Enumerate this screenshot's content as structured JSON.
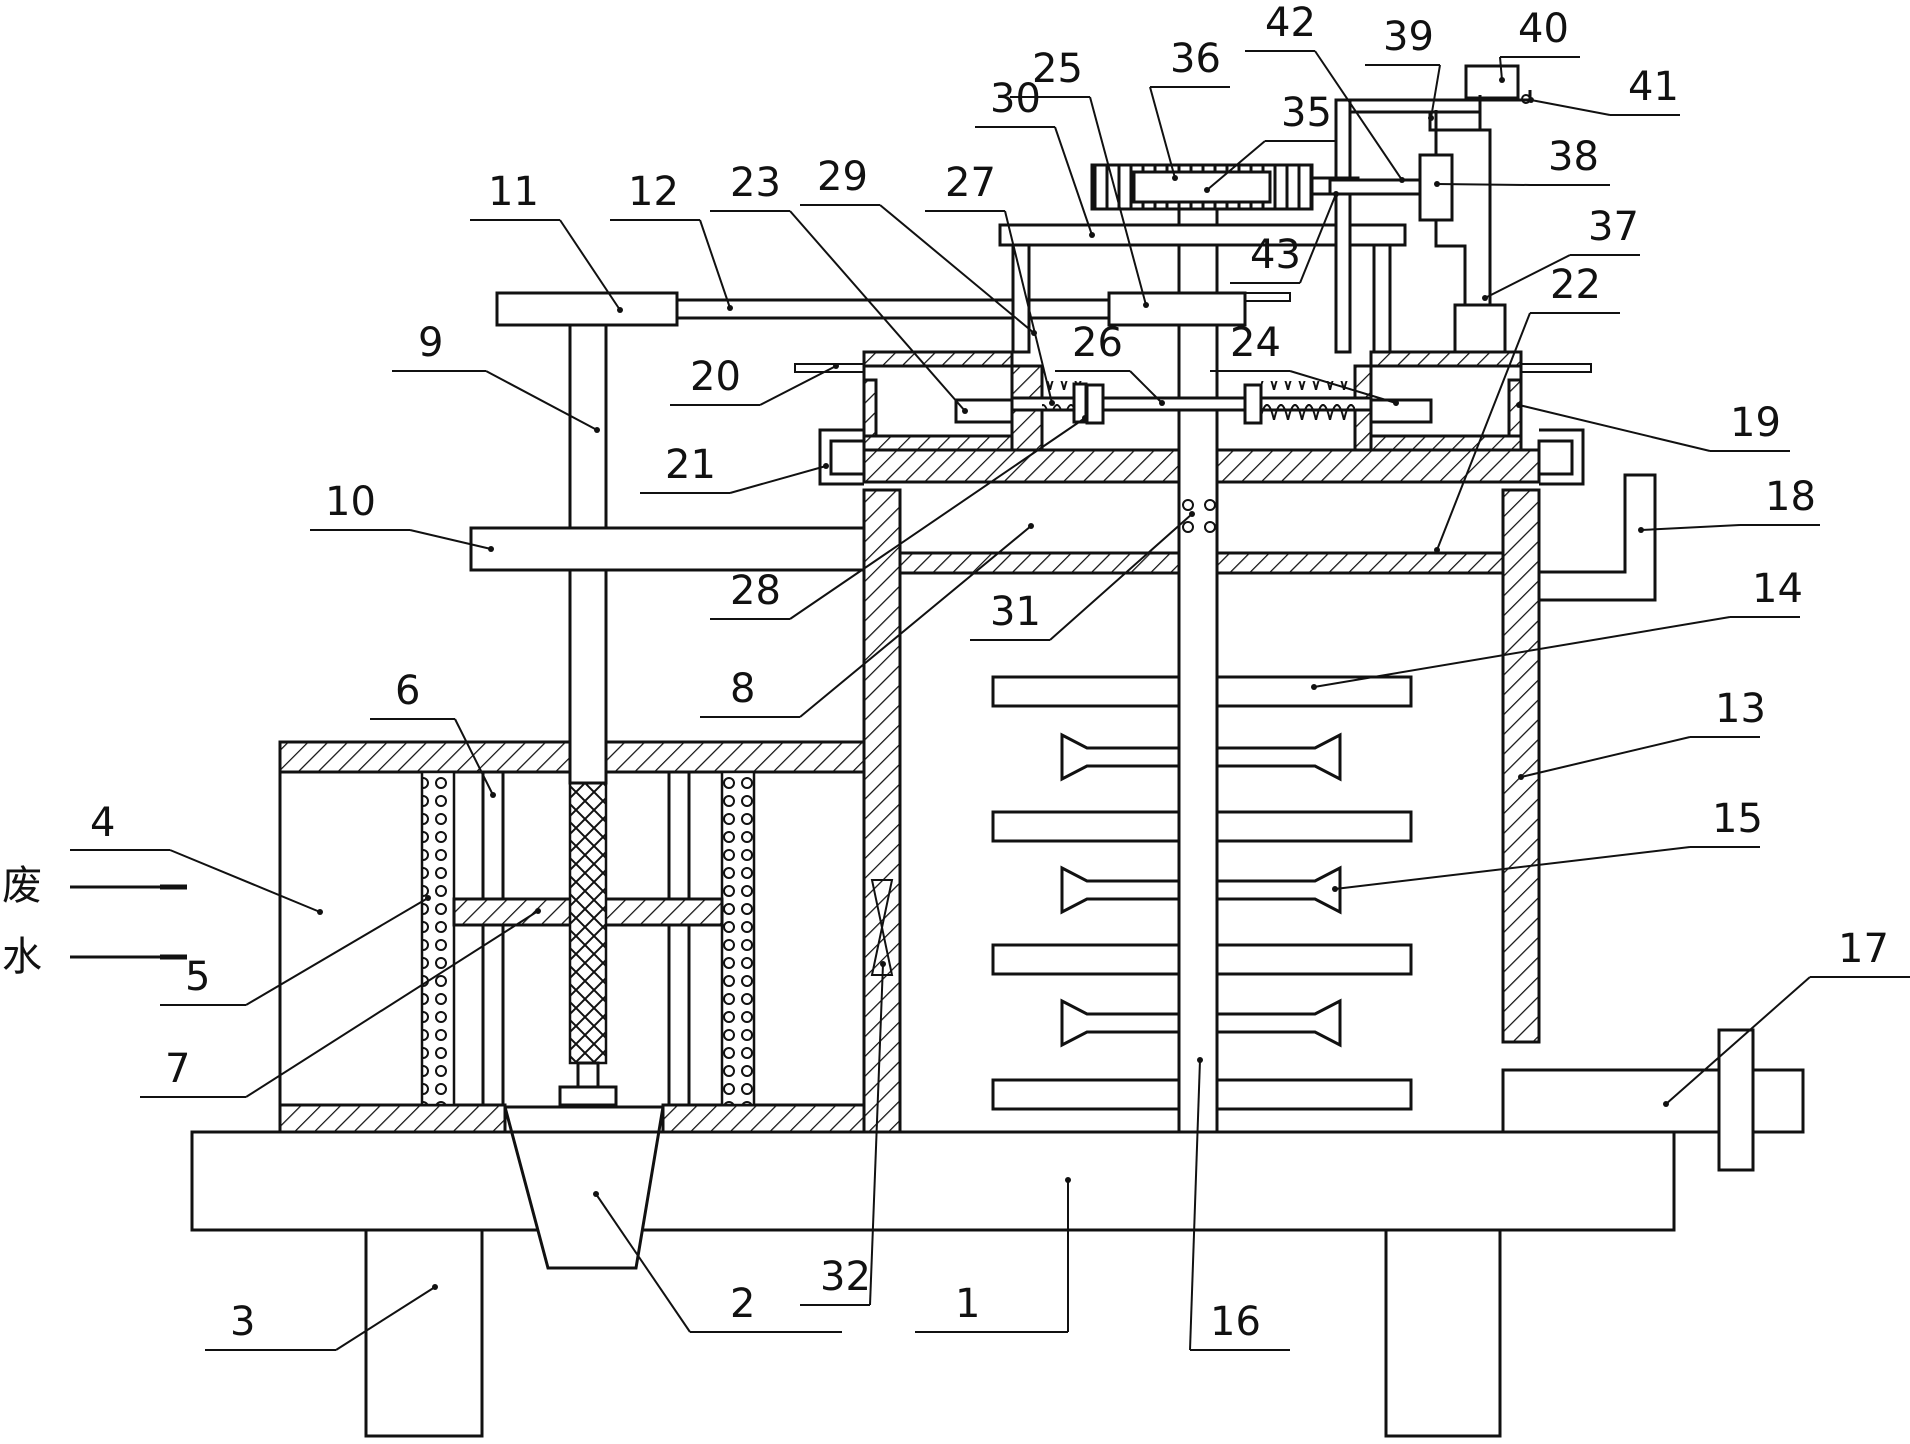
{
  "figure": {
    "inlet_text": [
      "废",
      "水"
    ],
    "labels": [
      "1",
      "2",
      "3",
      "4",
      "5",
      "6",
      "7",
      "8",
      "9",
      "10",
      "11",
      "12",
      "13",
      "14",
      "15",
      "16",
      "17",
      "18",
      "19",
      "20",
      "21",
      "22",
      "23",
      "24",
      "25",
      "26",
      "27",
      "28",
      "29",
      "30",
      "31",
      "32",
      "35",
      "36",
      "37",
      "38",
      "39",
      "40",
      "41",
      "42",
      "43"
    ]
  }
}
